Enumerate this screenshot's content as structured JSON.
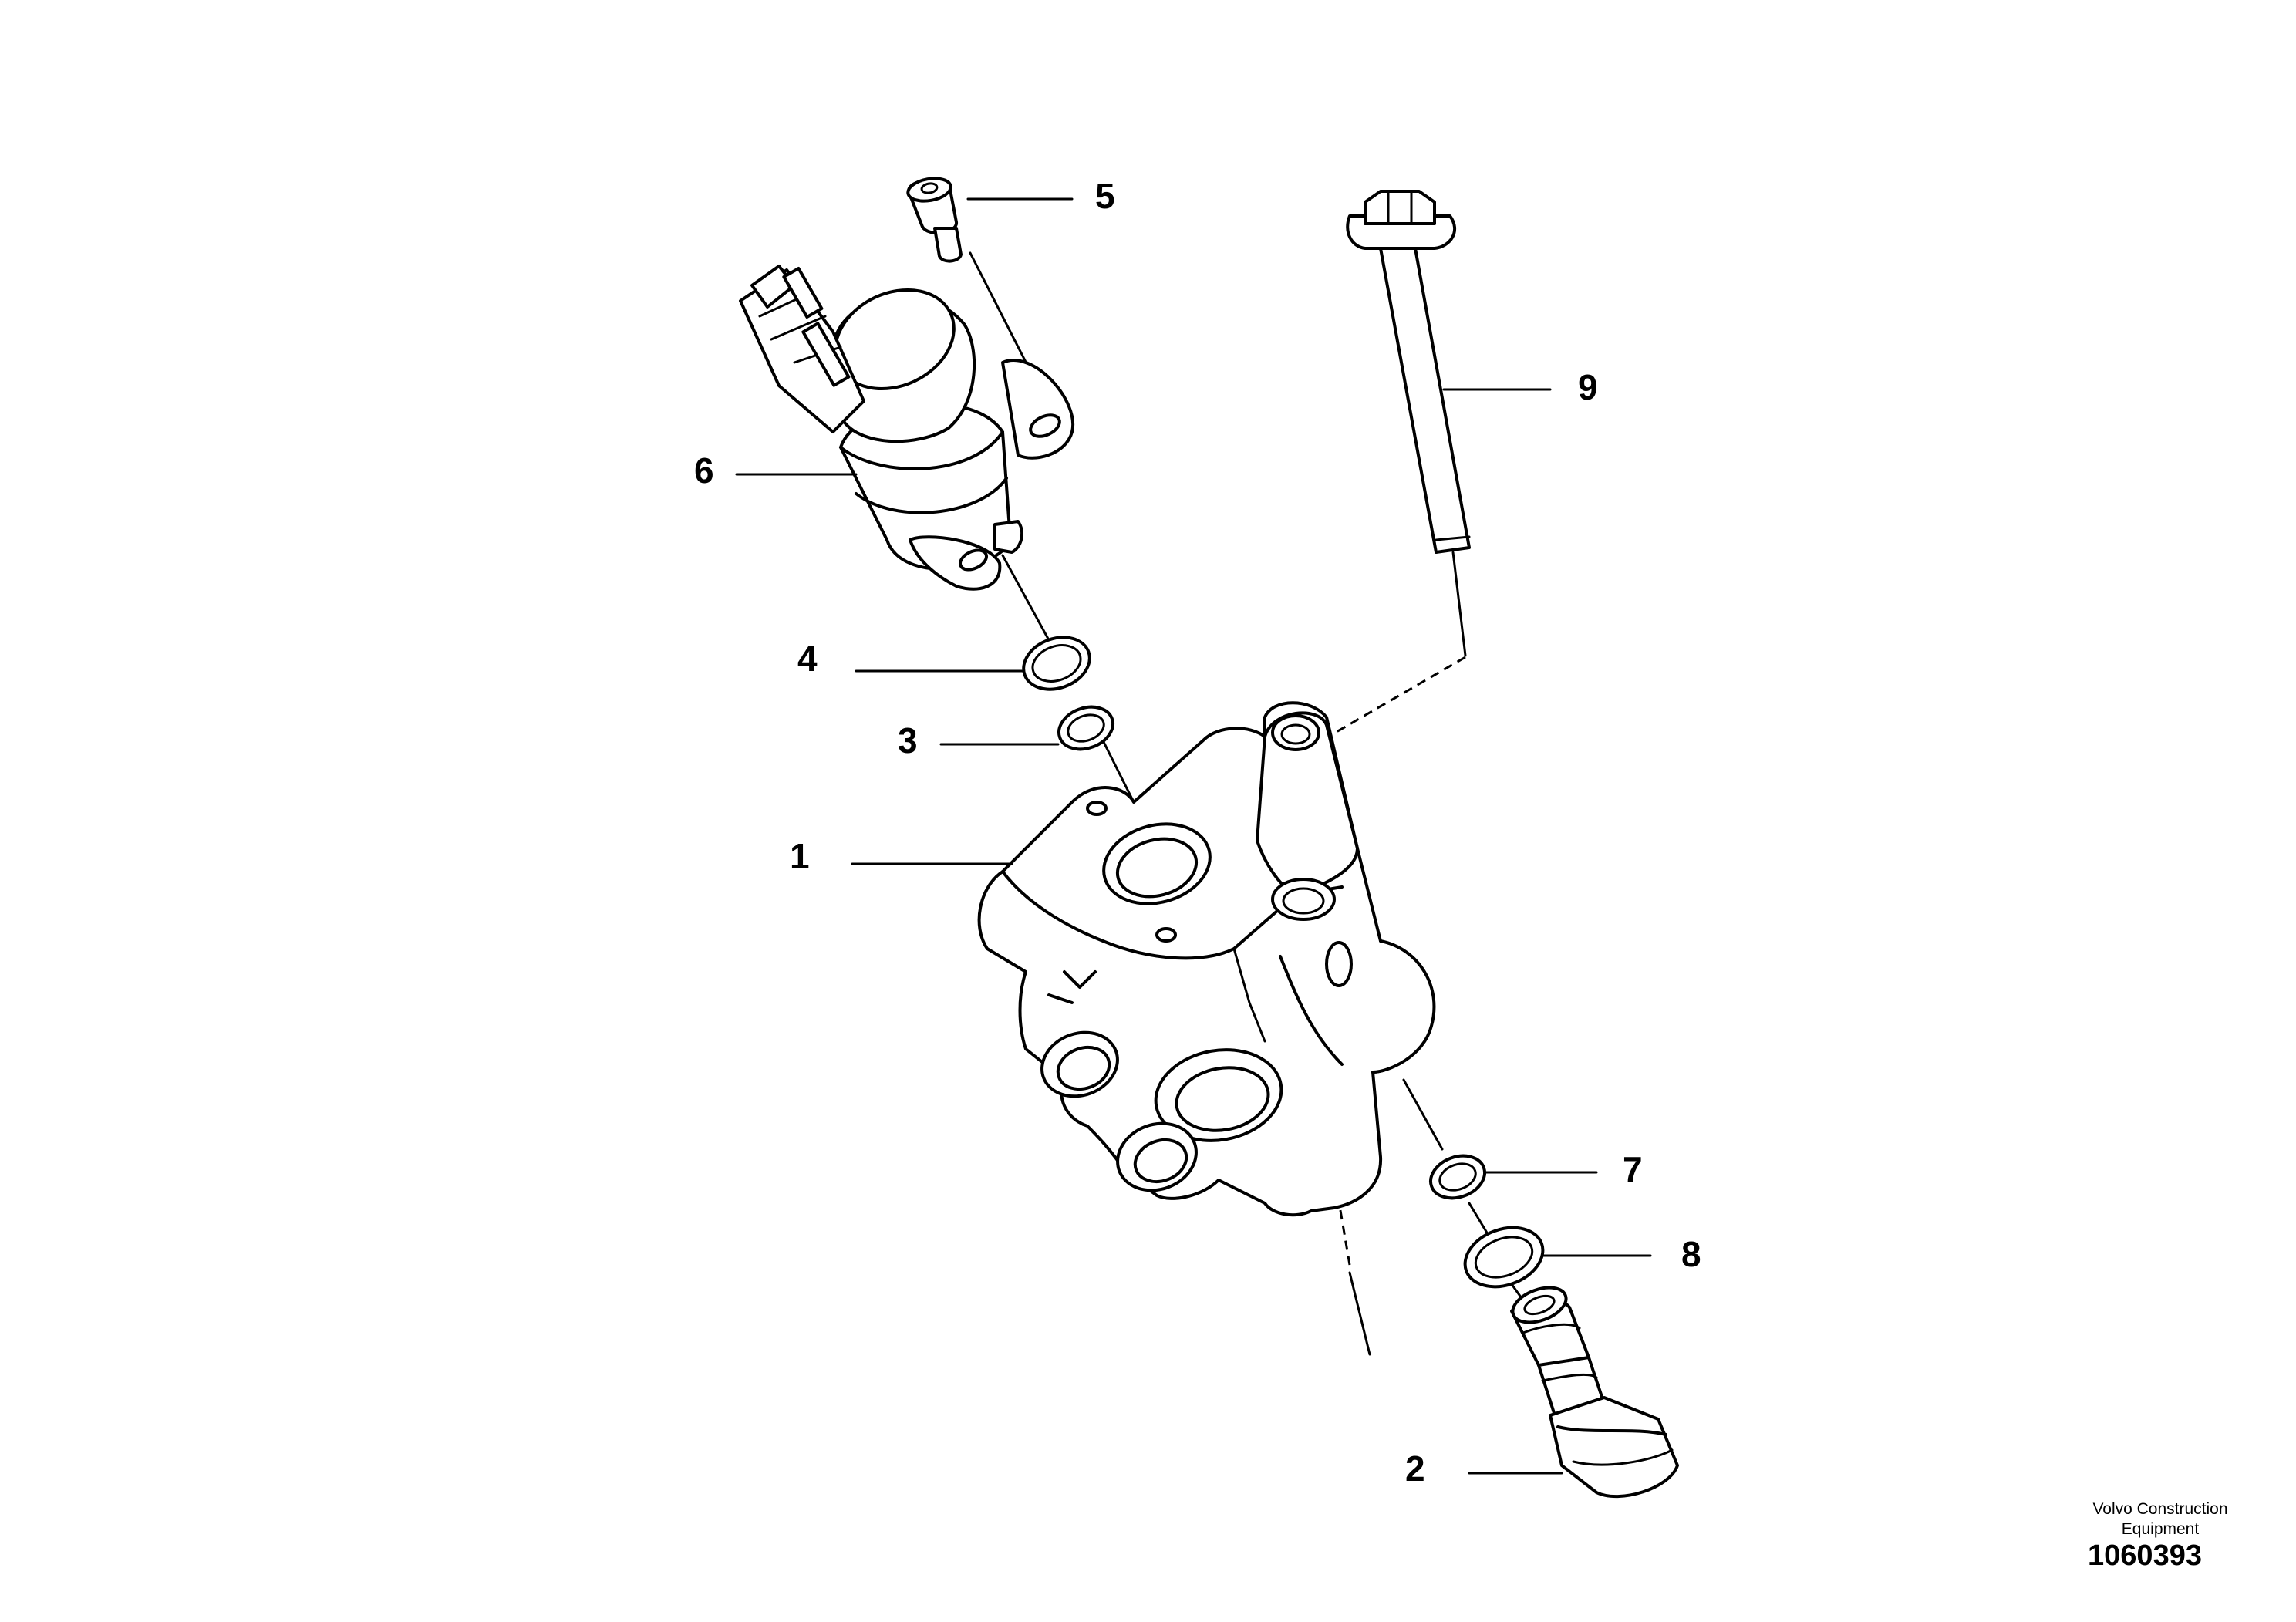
{
  "callouts": {
    "c1": "1",
    "c2": "2",
    "c3": "3",
    "c4": "4",
    "c5": "5",
    "c6": "6",
    "c7": "7",
    "c8": "8",
    "c9": "9"
  },
  "footer": {
    "manufacturer_line1": "Volvo Construction",
    "manufacturer_line2": "Equipment",
    "illustration_number": "1060393"
  }
}
